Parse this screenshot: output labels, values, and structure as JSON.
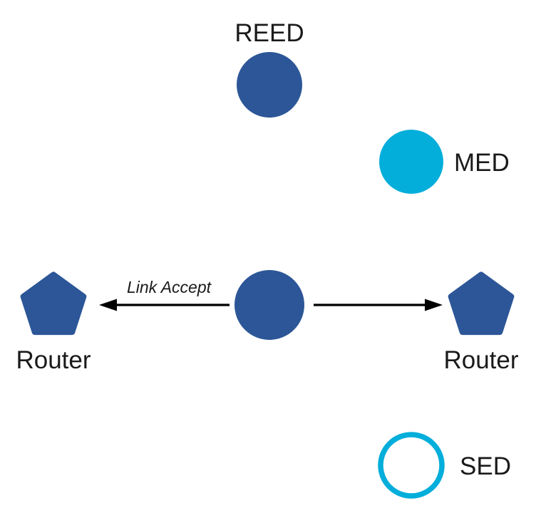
{
  "colors": {
    "node_blue": "#2C5697",
    "node_cyan": "#04AEDA",
    "arrow": "#000000",
    "text": "#1A1A1A"
  },
  "nodes": {
    "reed": {
      "label": "REED",
      "shape": "filled-circle"
    },
    "med": {
      "label": "MED",
      "shape": "filled-circle"
    },
    "center": {
      "label": "",
      "shape": "filled-circle"
    },
    "router_left": {
      "label": "Router",
      "shape": "pentagon"
    },
    "router_right": {
      "label": "Router",
      "shape": "pentagon"
    },
    "sed": {
      "label": "SED",
      "shape": "outlined-circle"
    }
  },
  "edges": {
    "link_accept": {
      "label": "Link Accept",
      "direction": "left"
    },
    "right_link": {
      "label": "",
      "direction": "right"
    }
  }
}
